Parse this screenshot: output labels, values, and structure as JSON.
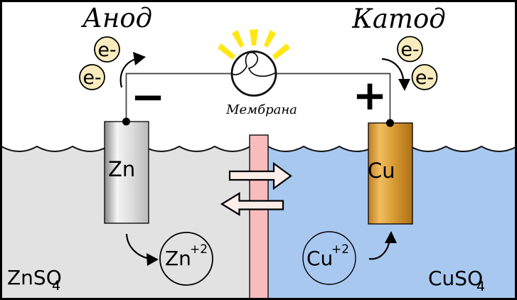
{
  "titles": {
    "anode": "Анод",
    "cathode": "Катод"
  },
  "membrane_label": "Мембрана",
  "polarity": {
    "minus": "−",
    "plus": "+"
  },
  "electrodes": {
    "anode_metal": "Zn",
    "cathode_metal": "Cu"
  },
  "solutions": {
    "anode": {
      "formula": "ZnSO",
      "subscript": "4"
    },
    "cathode": {
      "formula": "CuSO",
      "subscript": "4"
    }
  },
  "ions": {
    "anode": {
      "symbol": "Zn",
      "charge": "+2"
    },
    "cathode": {
      "symbol": "Cu",
      "charge": "+2"
    }
  },
  "electron_label": "e-",
  "colors": {
    "anode_solution": "#E2E2E2",
    "cathode_solution": "#A8C8F0",
    "membrane": "#F9BBBB",
    "flow_arrow": "#FDEDE9",
    "electron_fill": "#F8ECBE",
    "ray_yellow": "#FFE714",
    "zinc": "#D9D9D9",
    "copper": "#D89A32",
    "wire": "#3F3F3F"
  }
}
